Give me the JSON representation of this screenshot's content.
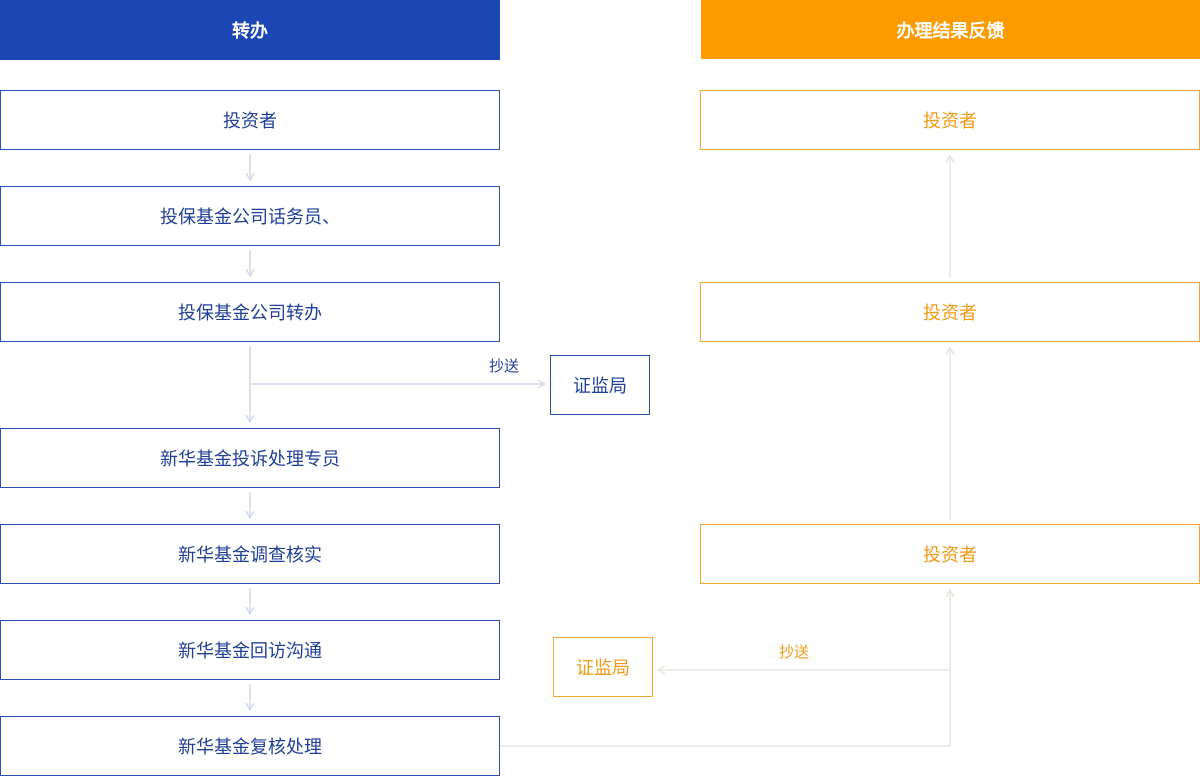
{
  "left_column": {
    "header": "转办",
    "steps": [
      "投资者",
      "投保基金公司话务员、",
      "投保基金公司转办",
      "新华基金投诉处理专员",
      "新华基金调查核实",
      "新华基金回访沟通",
      "新华基金复核处理"
    ],
    "cc_label": "抄送",
    "cc_target": "证监局"
  },
  "right_column": {
    "header": "办理结果反馈",
    "steps": [
      "投资者",
      "投资者",
      "投资者"
    ],
    "cc_label": "抄送",
    "cc_target": "证监局"
  },
  "colors": {
    "left_accent": "#1c46b4",
    "right_accent": "#fc9a02",
    "left_connector": "#dbe1ee",
    "right_connector": "#edece6"
  }
}
